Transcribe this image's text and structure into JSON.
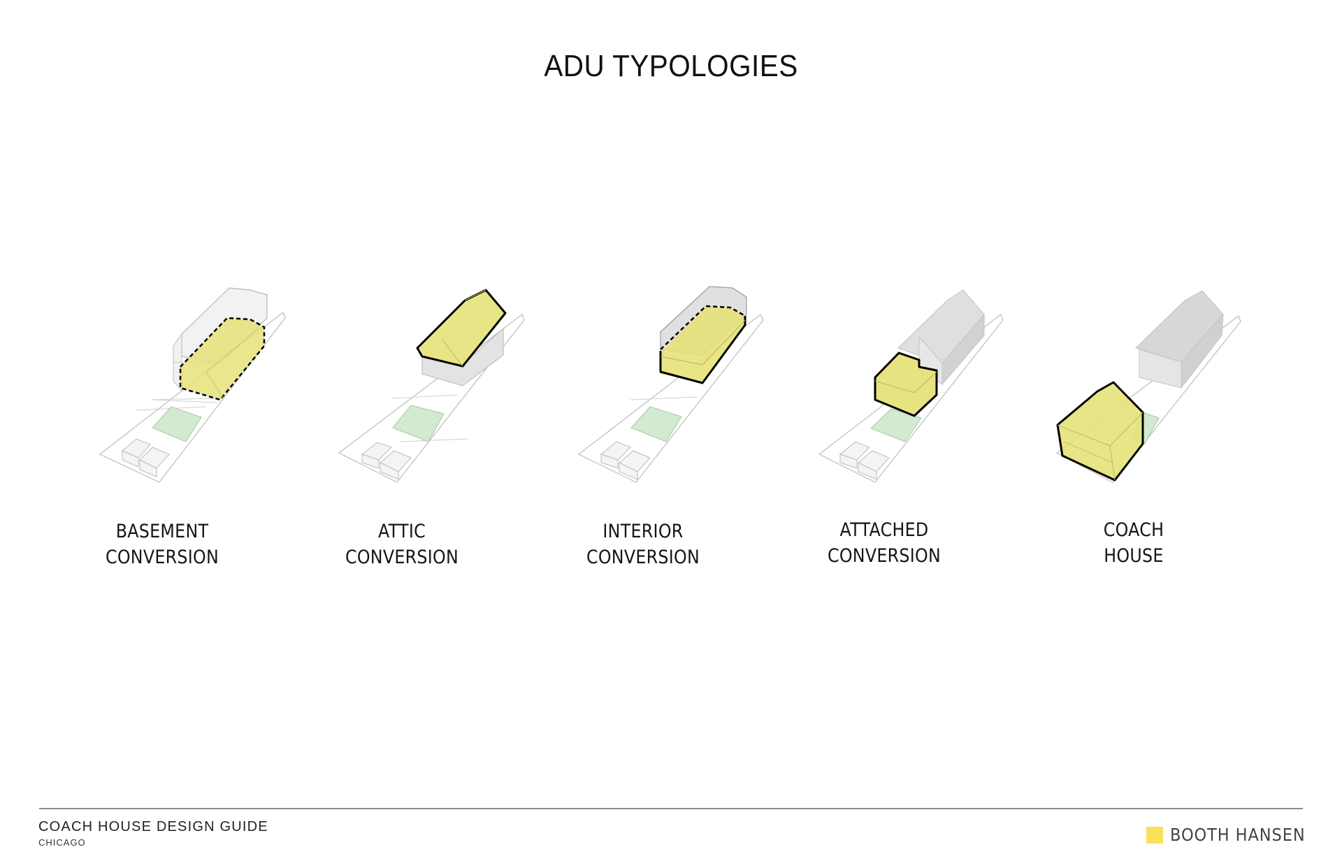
{
  "page": {
    "title": "ADU TYPOLOGIES"
  },
  "typologies": [
    {
      "id": "basement",
      "line1": "BASEMENT",
      "line2": "CONVERSION",
      "highlight": "basement level (dashed outline)"
    },
    {
      "id": "attic",
      "line1": "ATTIC",
      "line2": "CONVERSION",
      "highlight": "attic / roof volume"
    },
    {
      "id": "interior",
      "line1": "INTERIOR",
      "line2": "CONVERSION",
      "highlight": "lower floor of main house"
    },
    {
      "id": "attached",
      "line1": "ATTACHED",
      "line2": "CONVERSION",
      "highlight": "rear addition attached to house"
    },
    {
      "id": "coach",
      "line1": "COACH",
      "line2": "HOUSE",
      "highlight": "detached rear structure"
    }
  ],
  "colors": {
    "adu_highlight": "#e6e27a",
    "yard_green": "#d2ead0",
    "brand_yellow": "#fbe05b",
    "outline": "#000000",
    "building_gray": "#d9d9d9"
  },
  "footer": {
    "title": "COACH HOUSE DESIGN GUIDE",
    "subtitle": "CHICAGO",
    "brand": "BOOTH HANSEN"
  }
}
